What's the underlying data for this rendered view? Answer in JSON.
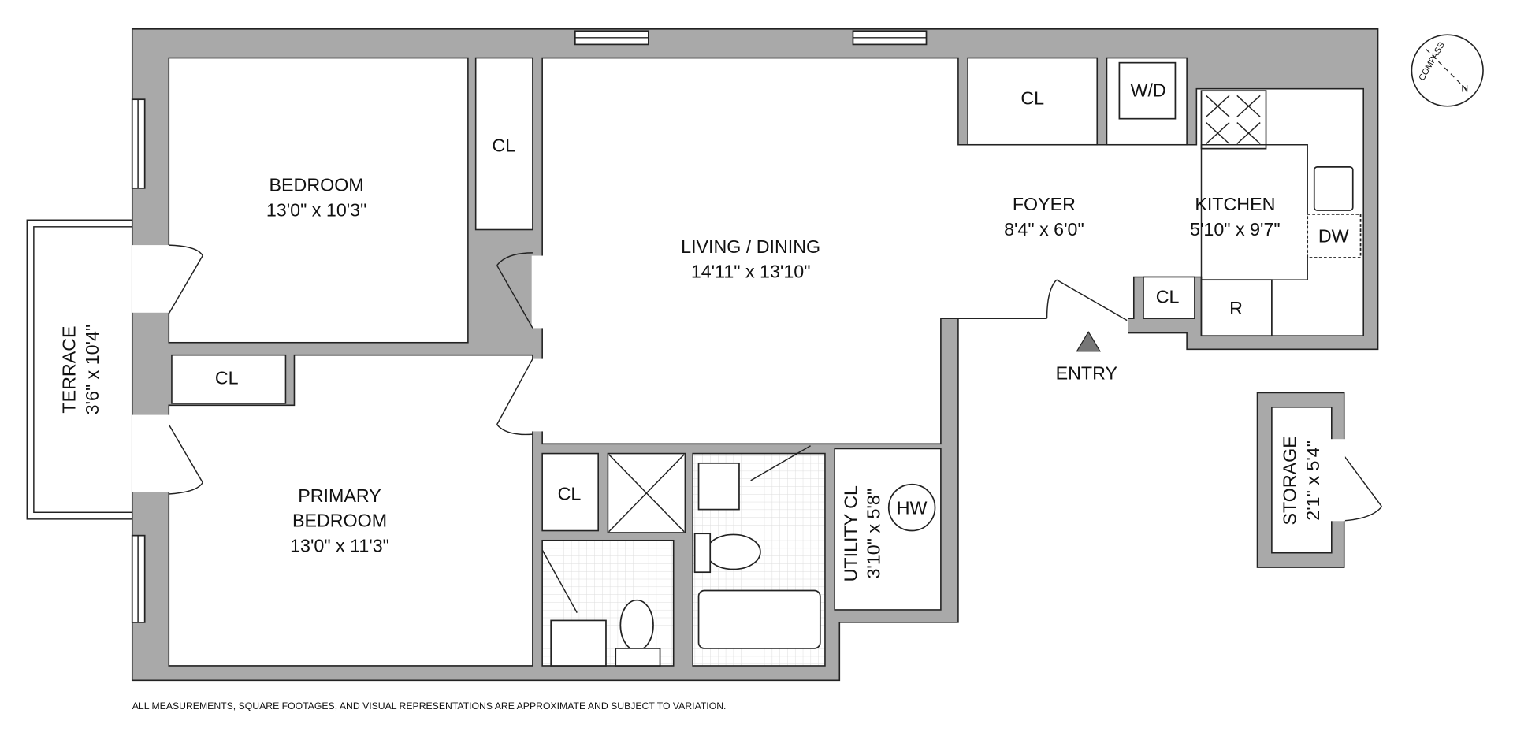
{
  "rooms": {
    "bedroom": {
      "name": "BEDROOM",
      "dims": "13'0\" x 10'3\""
    },
    "living": {
      "name": "LIVING / DINING",
      "dims": "14'11\" x 13'10\""
    },
    "foyer": {
      "name": "FOYER",
      "dims": "8'4\" x 6'0\""
    },
    "kitchen": {
      "name": "KITCHEN",
      "dims": "5'10\" x 9'7\""
    },
    "primary": {
      "name_line1": "PRIMARY",
      "name_line2": "BEDROOM",
      "dims": "13'0\" x 11'3\""
    },
    "terrace": {
      "name": "TERRACE",
      "dims": "3'6\" x 10'4\""
    },
    "utility": {
      "name": "UTILITY CL",
      "dims": "3'10\" x 5'8\""
    },
    "storage": {
      "name": "STORAGE",
      "dims": "2'1\" x 5'4\""
    }
  },
  "fixtures": {
    "closet": "CL",
    "washer_dryer": "W/D",
    "dishwasher": "DW",
    "refrigerator": "R",
    "water_heater": "HW"
  },
  "entry": "ENTRY",
  "compass": {
    "label": "COMPASS",
    "north": "N",
    "north_color": "#c0282d"
  },
  "disclaimer": "ALL MEASUREMENTS, SQUARE FOOTAGES, AND VISUAL REPRESENTATIONS ARE APPROXIMATE AND SUBJECT TO VARIATION.",
  "colors": {
    "wall": "#a9a9a9",
    "background": "#ffffff"
  }
}
